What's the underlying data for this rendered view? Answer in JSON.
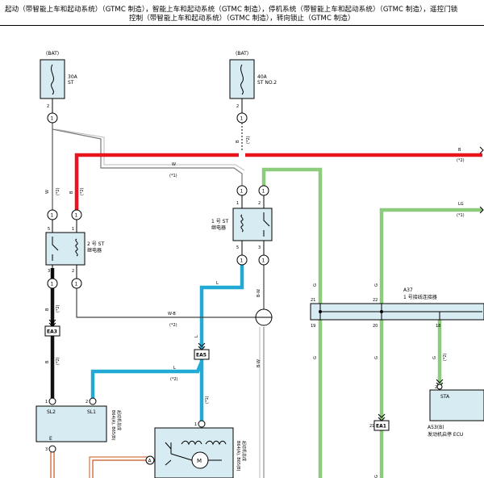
{
  "header": {
    "line1": "起动（带智能上车和起动系统）（GTMC 制造），智能上车和起动系统（GTMC 制造），停机系统（带智能上车和起动系统）（GTMC 制造），遥控门锁",
    "line2": "控制（带智能上车和起动系统）（GTMC 制造），转向锁止（GTMC 制造）"
  },
  "fuses": [
    {
      "source": "(BAT)",
      "amp": "30A",
      "name": "ST",
      "pin": "2",
      "conn": "1"
    },
    {
      "source": "(BAT)",
      "amp": "40A",
      "name": "ST NO.2",
      "pin": "2",
      "conn": "1"
    }
  ],
  "relays": [
    {
      "line1": "2 号 ST",
      "line2": "继电器",
      "pins": [
        "5",
        "1",
        "3",
        "2"
      ]
    },
    {
      "line1": "1 号 ST",
      "line2": "继电器",
      "pins": [
        "1",
        "2",
        "5",
        "3"
      ]
    }
  ],
  "wires": {
    "w": "W",
    "b": "B",
    "l": "L",
    "lg": "LG",
    "wb": "W-B",
    "bw": "B-W",
    "g": "G",
    "s1": "(*1)",
    "s2": "(*2)"
  },
  "connectors": {
    "ea3": "EA3",
    "ea5": "EA5",
    "ea1": "EA1",
    "a37_id": "A37",
    "a37_name": "1 号接线连接器",
    "a37_pins": [
      "21",
      "22",
      "19",
      "20",
      "18"
    ]
  },
  "components": {
    "b64_pins": [
      "1",
      "2"
    ],
    "b64_labels": [
      "SL2",
      "SL1"
    ],
    "b64_bottom_pin": "3",
    "b64_bottom_label": "E",
    "b64_side": "B64(A), B65(B)",
    "b64_side2": "起动机总成",
    "a53_pin": "21",
    "a53_label": "STA",
    "a53_id": "A53(B)",
    "a53_name": "发动机启停 ECU",
    "starter_pin": "1",
    "starter_conn": "A",
    "motor": "M",
    "starter_side": "B64(A), B65(B)",
    "starter_side2": "起动机总成",
    "ea1_pin": "21"
  }
}
